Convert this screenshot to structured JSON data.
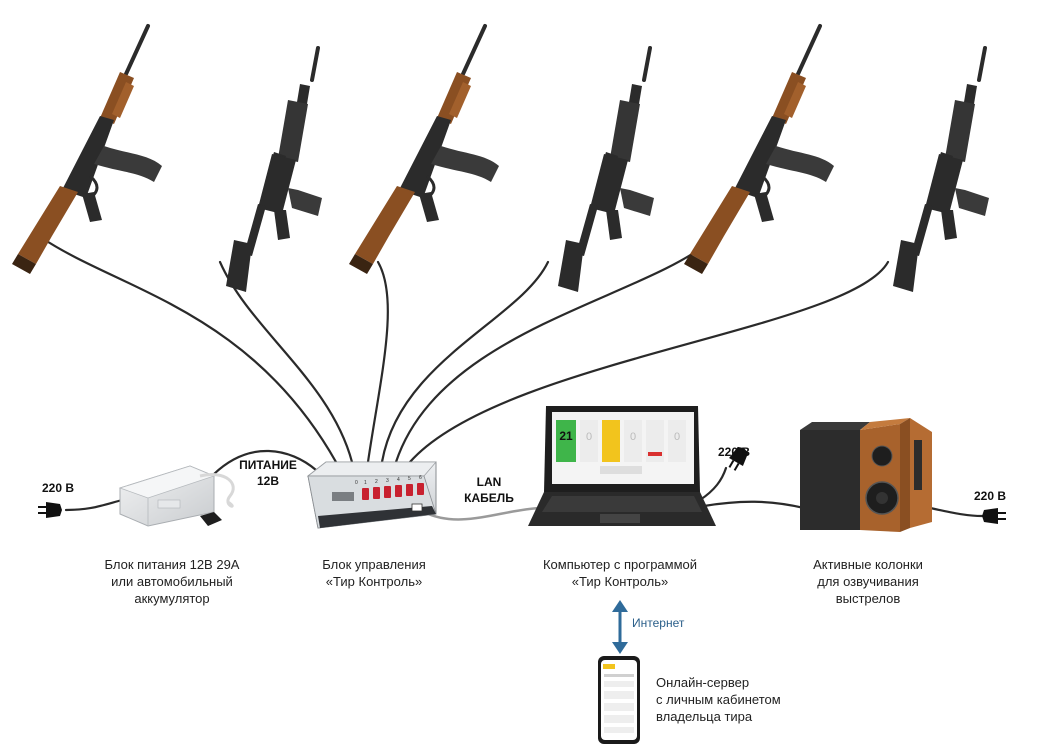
{
  "power_tag": [
    "ПИТАНИЕ",
    "12В"
  ],
  "lan_tag": [
    "LAN",
    "КАБЕЛЬ"
  ],
  "mains": [
    "220 В",
    "220 В",
    "220 В"
  ],
  "internet": "Интернет",
  "captions": {
    "psu": [
      "Блок питания 12В 29А",
      "или автомобильный",
      "аккумулятор"
    ],
    "controller": [
      "Блок управления",
      "«Тир Контроль»"
    ],
    "computer": [
      "Компьютер с программой",
      "«Тир Контроль»"
    ],
    "speakers": [
      "Активные колонки",
      "для озвучивания",
      "выстрелов"
    ],
    "server": [
      "Онлайн-сервер",
      "с личным кабинетом",
      "владельца тира"
    ]
  },
  "controller_channels": [
    "0",
    "1",
    "2",
    "3",
    "4",
    "5",
    "6"
  ],
  "screen_score": "21",
  "screen_zero": "0",
  "colors": {
    "cable": "#2a2a2a",
    "wood": "#8a4f22",
    "metal": "#2b2b2b",
    "controller": "#d9dde0",
    "switch": "#c8212f",
    "arrow": "#2f6b9a",
    "speaker_wood": "#a8622c"
  },
  "icons": [
    "ak-rifle-icon",
    "ar-rifle-icon",
    "plug-icon",
    "arrow-updown-icon"
  ]
}
